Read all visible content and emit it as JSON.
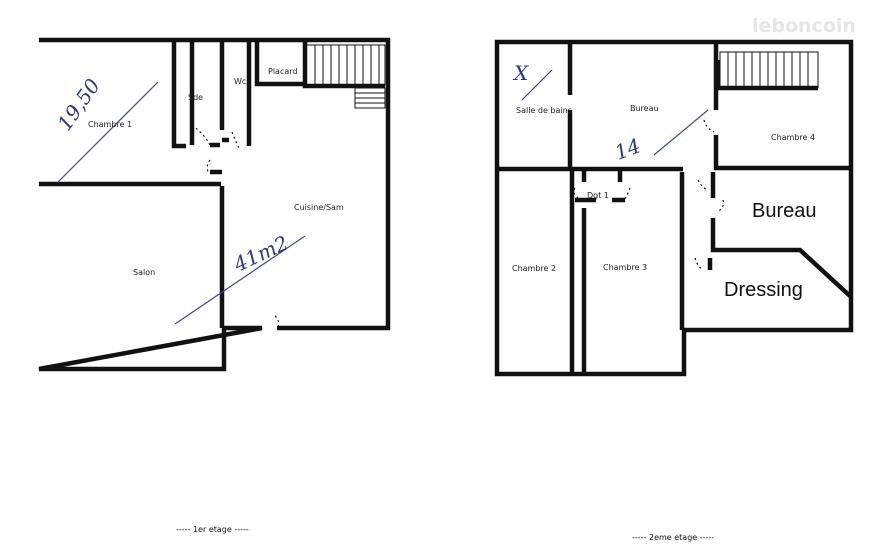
{
  "watermark": "leboncoin",
  "floor1": {
    "caption": "----- 1er etage -----",
    "rooms": {
      "chambre1": "Chambre 1",
      "sde": "Sde",
      "wc": "Wc",
      "placard": "Placard",
      "cuisine": "Cuisine/Sam",
      "salon": "Salon"
    },
    "handwritten": {
      "chambre1_area": "19,50",
      "cuisine_area": "41m2"
    }
  },
  "floor2": {
    "caption": "----- 2eme etage -----",
    "rooms": {
      "salle_de_bains": "Salle de bains",
      "bureau": "Bureau",
      "chambre4": "Chambre 4",
      "dgt": "Dgt 1",
      "chambre2": "Chambre 2",
      "chambre3": "Chambre 3",
      "bureau_label": "Bureau",
      "dressing_label": "Dressing"
    },
    "handwritten": {
      "sdb_mark": "X",
      "bureau_area": "14"
    }
  }
}
